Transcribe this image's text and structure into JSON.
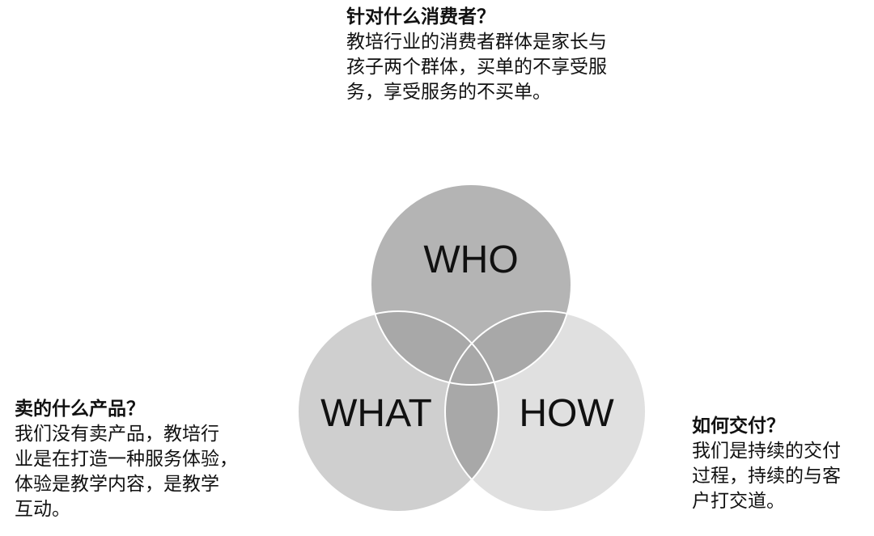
{
  "circles": {
    "who": {
      "label": "WHO",
      "color": "#b4b4b4"
    },
    "what": {
      "label": "WHAT",
      "color": "#cfcfcf"
    },
    "how": {
      "label": "HOW",
      "color": "#e0e0e0"
    },
    "overlap_color": "#a8a8a8"
  },
  "notes": {
    "who": {
      "title": "针对什么消费者？",
      "lines": [
        "教培行业的消费者群体是家长与",
        "孩子两个群体，买单的不享受服",
        "务，享受服务的不买单。"
      ]
    },
    "what": {
      "title": "卖的什么产品？",
      "lines": [
        "我们没有卖产品，教培行",
        "业是在打造一种服务体验，",
        "体验是教学内容，是教学",
        "互动。"
      ]
    },
    "how": {
      "title": "如何交付？",
      "lines": [
        "我们是持续的交付",
        "过程，持续的与客",
        "户打交道。"
      ]
    }
  }
}
